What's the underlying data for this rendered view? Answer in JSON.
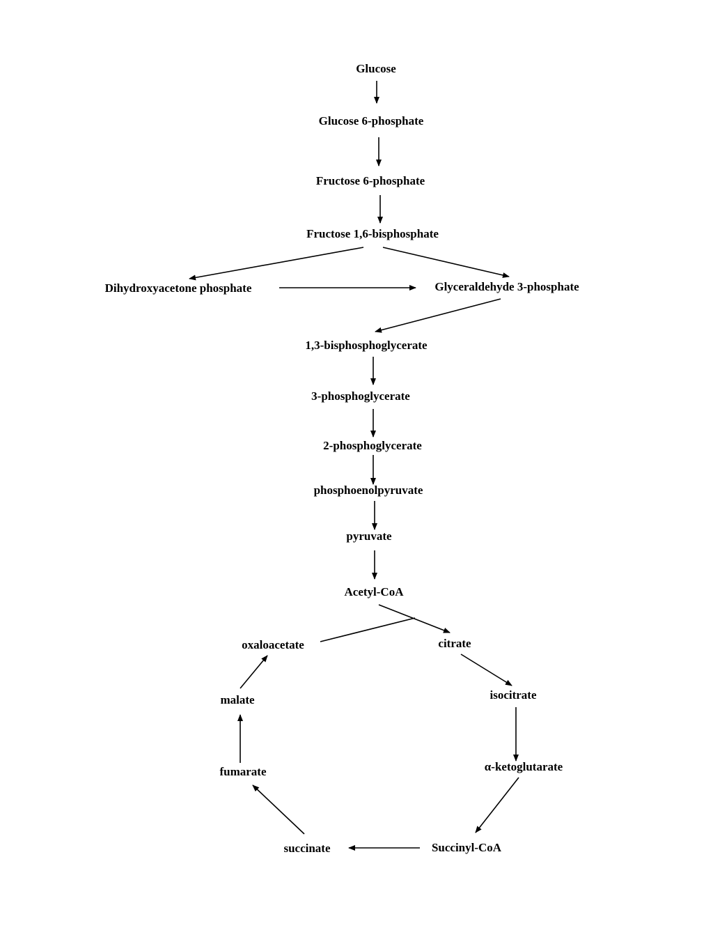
{
  "metabolites": {
    "glucose": "Glucose",
    "glucose_6_phosphate": "Glucose 6-phosphate",
    "fructose_6_phosphate": "Fructose 6-phosphate",
    "fructose_1_6_bisphosphate": "Fructose 1,6-bisphosphate",
    "dihydroxyacetone_phosphate": "Dihydroxyacetone phosphate",
    "glyceraldehyde_3_phosphate": "Glyceraldehyde 3-phosphate",
    "bisphosphoglycerate_1_3": "1,3-bisphosphoglycerate",
    "phosphoglycerate_3": "3-phosphoglycerate",
    "phosphoglycerate_2": "2-phosphoglycerate",
    "phosphoenolpyruvate": "phosphoenolpyruvate",
    "pyruvate": "pyruvate",
    "acetyl_coa": "Acetyl-CoA",
    "citrate": "citrate",
    "isocitrate": "isocitrate",
    "alpha_ketoglutarate": "α-ketoglutarate",
    "succinyl_coa": "Succinyl-CoA",
    "succinate": "succinate",
    "fumarate": "fumarate",
    "malate": "malate",
    "oxaloacetate": "oxaloacetate"
  },
  "colors": {
    "ink": "#000000",
    "background": "#ffffff"
  }
}
